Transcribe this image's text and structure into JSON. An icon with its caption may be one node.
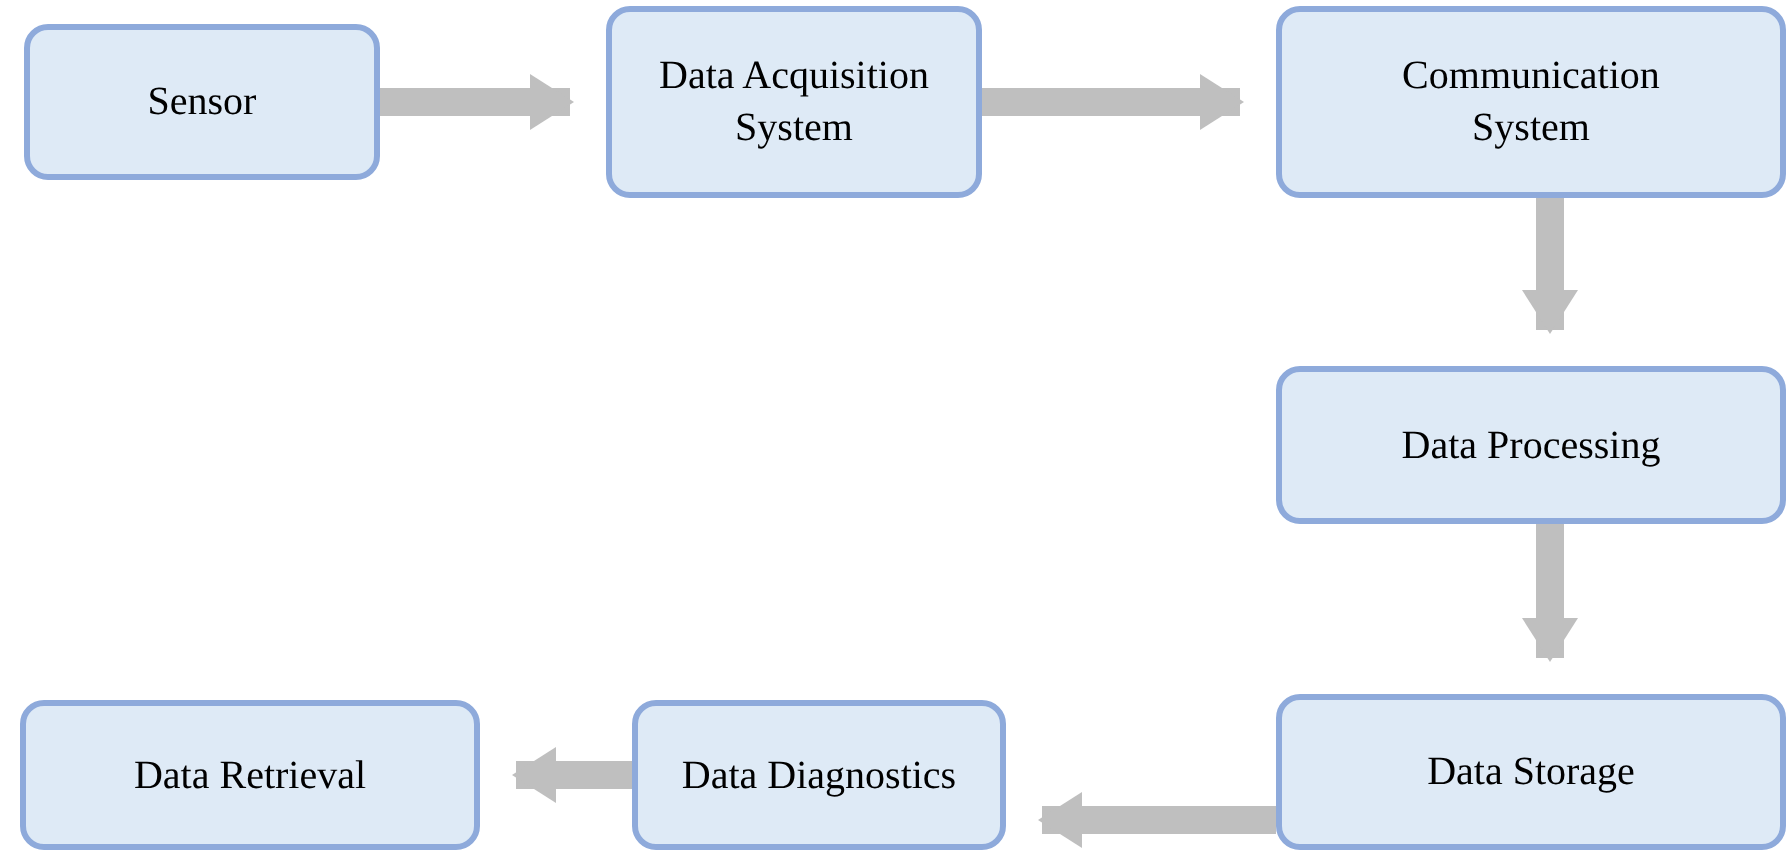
{
  "diagram": {
    "nodes": [
      {
        "text": [
          "Sensor"
        ]
      },
      {
        "text": [
          "Data Acquisition System"
        ]
      },
      {
        "text": [
          "Communication System"
        ]
      },
      {
        "text": [
          "Data Processing"
        ]
      },
      {
        "text": [
          "Data Storage"
        ]
      },
      {
        "text": [
          "Data Diagnostics"
        ]
      },
      {
        "text": [
          "Data Retrieval"
        ]
      }
    ],
    "edges": [
      {
        "from": 0,
        "to": 1,
        "arrow": "to"
      },
      {
        "from": 1,
        "to": 2,
        "arrow": "to"
      },
      {
        "from": 2,
        "to": 3,
        "arrow": "to"
      },
      {
        "from": 3,
        "to": 4,
        "arrow": "to"
      },
      {
        "from": 4,
        "to": 5,
        "arrow": "to"
      },
      {
        "from": 5,
        "to": 6,
        "arrow": "to"
      }
    ]
  }
}
